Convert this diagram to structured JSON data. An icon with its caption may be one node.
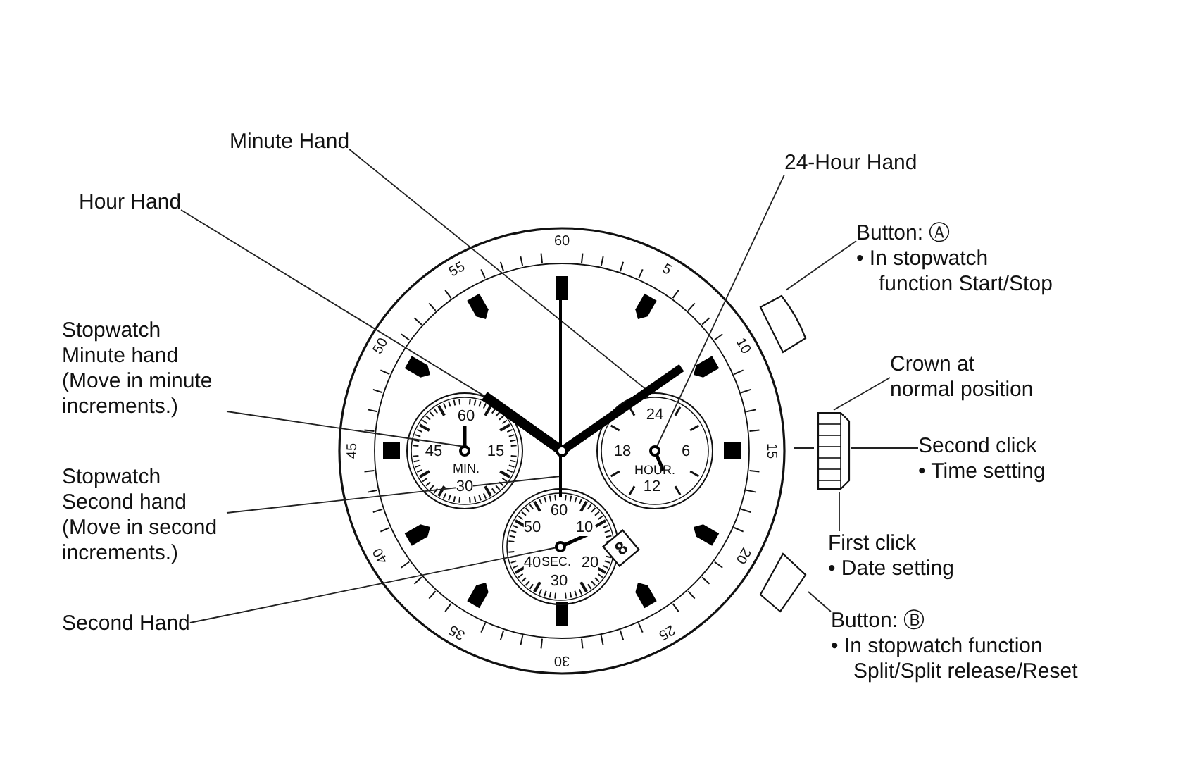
{
  "diagram": {
    "nodes": [
      {
        "text": [
          "Minute Hand"
        ]
      },
      {
        "text": [
          "24-Hour Hand"
        ]
      },
      {
        "text": [
          "Hour Hand"
        ]
      },
      {
        "text": [
          "Button: Ⓐ",
          "• In stopwatch function Start/Stop"
        ]
      },
      {
        "text": [
          "Stopwatch Minute hand (Move in minute increments.)"
        ]
      },
      {
        "text": [],
        "shape": "box"
      },
      {
        "text": [
          "Crown at normal position"
        ]
      },
      {
        "text": [],
        "shape": "box"
      },
      {
        "text": [
          "Second click",
          "• Time setting"
        ]
      },
      {
        "text": [
          "Stopwatch Second hand (Move in second increments.)"
        ]
      },
      {
        "text": [
          "First click",
          "• Date setting"
        ]
      },
      {
        "text": [
          "Second Hand"
        ]
      },
      {
        "text": [],
        "shape": "box"
      },
      {
        "text": [
          "Button: Ⓑ",
          "• In stopwatch function Split/Split release/Reset"
        ]
      },
      {
        "text": [],
        "shape": "bar"
      },
      {
        "text": [],
        "shape": "bar"
      },
      {
        "text": [],
        "shape": "bar"
      },
      {
        "text": [],
        "shape": "bar"
      },
      {
        "text": [],
        "shape": "bar"
      },
      {
        "text": [],
        "shape": "bar"
      }
    ],
    "edges": [
      {
        "from": 0,
        "to": 14,
        "arrow": "none"
      },
      {
        "from": 2,
        "to": 15,
        "arrow": "none"
      },
      {
        "from": 1,
        "to": 16,
        "arrow": "none"
      },
      {
        "from": 3,
        "to": 5,
        "arrow": "none"
      },
      {
        "from": 4,
        "to": 17,
        "arrow": "none"
      },
      {
        "from": 6,
        "to": 7,
        "arrow": "none"
      },
      {
        "from": 8,
        "to": 7,
        "arrow": "none"
      },
      {
        "from": 9,
        "to": 18,
        "arrow": "none"
      },
      {
        "from": 10,
        "to": 7,
        "arrow": "none"
      },
      {
        "from": 11,
        "to": 19,
        "arrow": "none"
      },
      {
        "from": 13,
        "to": 12,
        "arrow": "none"
      }
    ],
    "labels": [
      "60",
      "5",
      "10",
      "15",
      "20",
      "25",
      "30",
      "35",
      "40",
      "45",
      "50",
      "55",
      "60",
      "15",
      "30",
      "45",
      "MIN.",
      "24",
      "6",
      "12",
      "18",
      "HOUR.",
      "60",
      "10",
      "20",
      "30",
      "40",
      "50",
      "SEC.",
      "8"
    ]
  }
}
